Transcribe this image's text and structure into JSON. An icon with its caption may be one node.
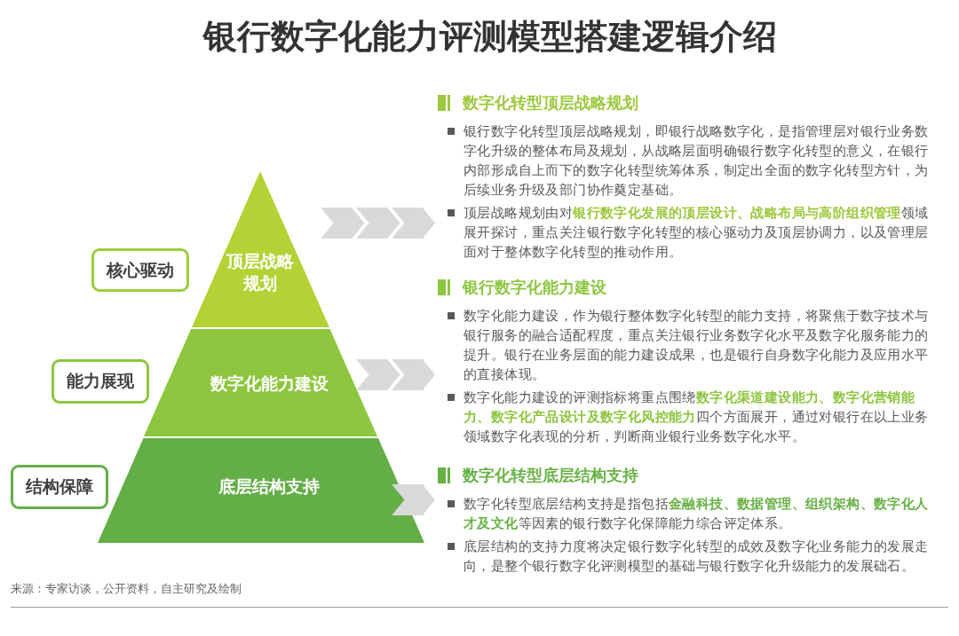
{
  "diagram": {
    "title": "银行数字化能力评测模型搭建逻辑介绍",
    "nodes": [
      {
        "text": [
          "核心驱动"
        ]
      },
      {
        "text": [
          "顶层战略规划"
        ]
      },
      {
        "text": [
          "数字化转型顶层战略规划",
          "银行数字化转型顶层战略规划，即银行战略数字化，是指管理层对银行业务数字化升级的整体布局及规划，从战略层面明确银行数字化转型的意义，在银行内部形成自上而下的数字化转型统筹体系，制定出全面的数字化转型方针，为后续业务升级及部门协作奠定基础。",
          "顶层战略规划由对**银行数字化发展的顶层设计、战略布局与高阶组织管理**领域展开探讨，重点关注银行数字化转型的核心驱动力及顶层协调力，以及管理层面对于整体数字化转型的推动作用。"
        ]
      },
      {
        "text": [
          "能力展现"
        ]
      },
      {
        "text": [
          "数字化能力建设"
        ]
      },
      {
        "text": [
          "银行数字化能力建设",
          "数字化能力建设，作为银行整体数字化转型的能力支持，将聚焦于数字技术与银行服务的融合适配程度，重点关注银行业务数字化水平及数字化服务能力的提升。银行在业务层面的能力建设成果，也是银行自身数字化能力及应用水平的直接体现。",
          "数字化能力建设的评测指标将重点围绕**数字化渠道建设能力、数字化营销能力、数字化产品设计及数字化风控能力**四个方面展开，通过对银行在以上业务领域数字化表现的分析，判断商业银行业务数字化水平。"
        ]
      },
      {
        "text": [
          "结构保障"
        ]
      },
      {
        "text": [
          "底层结构支持"
        ]
      },
      {
        "text": [
          "数字化转型底层结构支持",
          "数字化转型底层结构支持是指包括**金融科技、数据管理、组织架构、数字化人才及文化**等因素的银行数字化保障能力综合评定体系。",
          "底层结构的支持力度将决定银行数字化转型的成效及数字化业务能力的发展走向，是整个银行数字化评测模型的基础与银行数字化升级能力的发展础石。"
        ]
      }
    ],
    "edges": [
      {
        "from": 1,
        "to": 2,
        "arrow": "to"
      },
      {
        "from": 4,
        "to": 5,
        "arrow": "to"
      },
      {
        "from": 7,
        "to": 8,
        "arrow": "to"
      }
    ],
    "labels": [
      "来源：专家访谈，公开资料，自主研究及绘制"
    ]
  }
}
